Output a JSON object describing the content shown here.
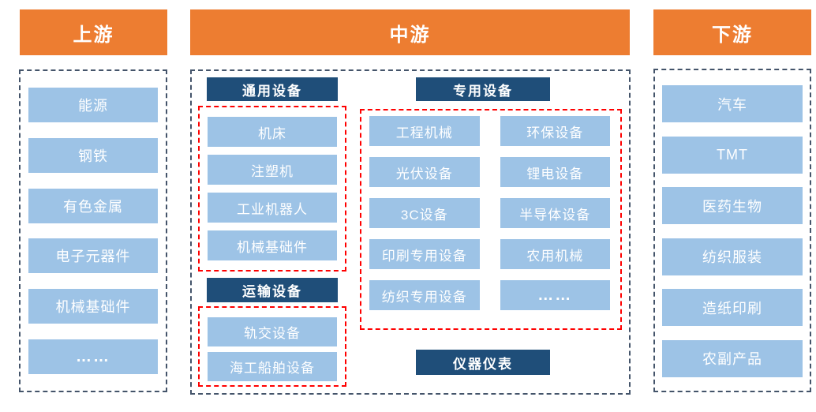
{
  "palette": {
    "orange": "#ED7D31",
    "light_blue": "#9DC3E6",
    "navy": "#1F4E79",
    "dash_dark": "#44546A",
    "dash_red": "#FF0000",
    "text_white": "#FFFFFF"
  },
  "upstream": {
    "title": "上游",
    "items": [
      "能源",
      "钢铁",
      "有色金属",
      "电子元器件",
      "机械基础件",
      "……"
    ]
  },
  "midstream": {
    "title": "中游",
    "general": {
      "label": "通用设备",
      "items": [
        "机床",
        "注塑机",
        "工业机器人",
        "机械基础件"
      ]
    },
    "special": {
      "label": "专用设备",
      "items": [
        "工程机械",
        "环保设备",
        "光伏设备",
        "锂电设备",
        "3C设备",
        "半导体设备",
        "印刷专用设备",
        "农用机械",
        "纺织专用设备",
        "……"
      ]
    },
    "transport": {
      "label": "运输设备",
      "items": [
        "轨交设备",
        "海工船舶设备"
      ]
    },
    "instrument": {
      "label": "仪器仪表"
    }
  },
  "downstream": {
    "title": "下游",
    "items": [
      "汽车",
      "TMT",
      "医药生物",
      "纺织服装",
      "造纸印刷",
      "农副产品"
    ]
  }
}
